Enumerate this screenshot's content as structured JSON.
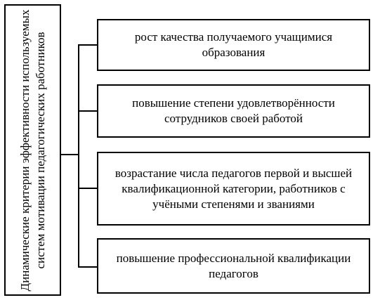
{
  "diagram": {
    "root_label": "Динамические критерии эффективности используемых систем мотивации педагогических работников",
    "criteria": [
      {
        "label": "рост качества получаемого учащимися образования"
      },
      {
        "label": "повышение степени удовлетворённости сотрудников своей работой"
      },
      {
        "label": "возрастание числа педагогов первой и высшей квалификационной категории, работников с учёными степенями и званиями"
      },
      {
        "label": "повышение профессиональной квалификации педагогов"
      }
    ]
  }
}
